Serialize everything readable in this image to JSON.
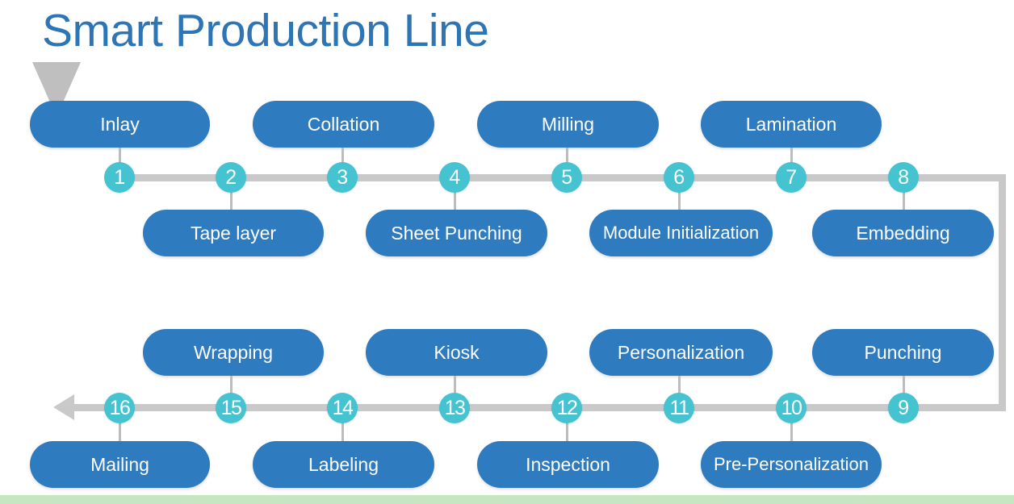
{
  "title": "Smart Production Line",
  "colors": {
    "title": "#2E75B6",
    "box": "#2E7BC0",
    "node": "#45C3D0",
    "track": "#C9C9C9",
    "stem": "#BDBDBD",
    "accent_band": "#C5E6C0",
    "start_arrow": "#BFBFBF",
    "box_text": "#FFFFFF",
    "node_text": "#FFFFFF"
  },
  "diagram": {
    "type": "process-flow",
    "direction": "left-to-right then down then right-to-left",
    "step_count": 16,
    "rows": {
      "top_boxes": [
        "Inlay",
        "Collation",
        "Milling",
        "Lamination"
      ],
      "second_boxes": [
        "Tape layer",
        "Sheet Punching",
        "Module Initialization",
        "Embedding"
      ],
      "third_boxes": [
        "Wrapping",
        "Kiosk",
        "Personalization",
        "Punching"
      ],
      "bottom_boxes": [
        "Mailing",
        "Labeling",
        "Inspection",
        "Pre-Personalization"
      ]
    },
    "steps": [
      {
        "number": "1",
        "label": "Inlay",
        "side": "above",
        "track": "top"
      },
      {
        "number": "2",
        "label": "Tape layer",
        "side": "below",
        "track": "top"
      },
      {
        "number": "3",
        "label": "Collation",
        "side": "above",
        "track": "top"
      },
      {
        "number": "4",
        "label": "Sheet Punching",
        "side": "below",
        "track": "top"
      },
      {
        "number": "5",
        "label": "Milling",
        "side": "above",
        "track": "top"
      },
      {
        "number": "6",
        "label": "Module Initialization",
        "side": "below",
        "track": "top"
      },
      {
        "number": "7",
        "label": "Lamination",
        "side": "above",
        "track": "top"
      },
      {
        "number": "8",
        "label": "Embedding",
        "side": "below",
        "track": "top"
      },
      {
        "number": "9",
        "label": "Punching",
        "side": "above",
        "track": "bottom"
      },
      {
        "number": "10",
        "label": "Pre-Personalization",
        "side": "below",
        "track": "bottom"
      },
      {
        "number": "11",
        "label": "Personalization",
        "side": "above",
        "track": "bottom"
      },
      {
        "number": "12",
        "label": "Inspection",
        "side": "below",
        "track": "bottom"
      },
      {
        "number": "13",
        "label": "Kiosk",
        "side": "above",
        "track": "bottom"
      },
      {
        "number": "14",
        "label": "Labeling",
        "side": "below",
        "track": "bottom"
      },
      {
        "number": "15",
        "label": "Wrapping",
        "side": "above",
        "track": "bottom"
      },
      {
        "number": "16",
        "label": "Mailing",
        "side": "below",
        "track": "bottom"
      }
    ]
  },
  "nodes": {
    "n1": "1",
    "n2": "2",
    "n3": "3",
    "n4": "4",
    "n5": "5",
    "n6": "6",
    "n7": "7",
    "n8": "8",
    "n9": "9",
    "n10": "10",
    "n11": "11",
    "n12": "12",
    "n13": "13",
    "n14": "14",
    "n15": "15",
    "n16": "16"
  },
  "boxes": {
    "inlay": "Inlay",
    "collation": "Collation",
    "milling": "Milling",
    "lamination": "Lamination",
    "tape_layer": "Tape layer",
    "sheet_punching": "Sheet Punching",
    "module_initialization": "Module Initialization",
    "embedding": "Embedding",
    "wrapping": "Wrapping",
    "kiosk": "Kiosk",
    "personalization": "Personalization",
    "punching": "Punching",
    "mailing": "Mailing",
    "labeling": "Labeling",
    "inspection": "Inspection",
    "pre_personalization": "Pre-Personalization"
  }
}
